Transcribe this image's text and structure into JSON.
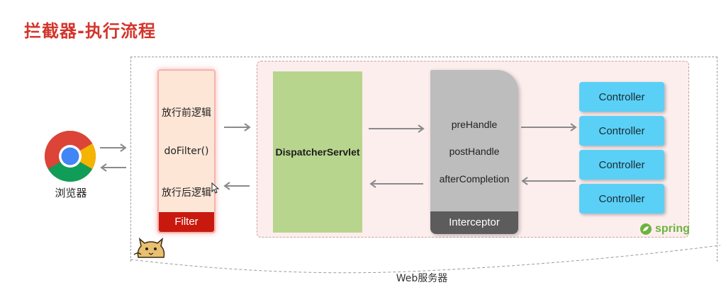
{
  "title": "拦截器-执行流程",
  "browser": {
    "label": "浏览器"
  },
  "filter": {
    "before": "放行前逻辑",
    "do_filter": "doFilter()",
    "after": "放行后逻辑",
    "label": "Filter"
  },
  "dispatcher": {
    "label": "DispatcherServlet"
  },
  "interceptor": {
    "methods": [
      "preHandle",
      "postHandle",
      "afterCompletion"
    ],
    "label": "Interceptor"
  },
  "controllers": [
    "Controller",
    "Controller",
    "Controller",
    "Controller"
  ],
  "spring": {
    "label": "spring"
  },
  "web_server": {
    "label": "Web服务器"
  },
  "colors": {
    "title": "#d2352c",
    "filter_label": "#c9190e",
    "dispatcher": "#b8d58d",
    "interceptor": "#bdbdbd",
    "interceptor_label": "#5c5c5c",
    "controller": "#5ad0f7",
    "spring_green": "#6db33f"
  },
  "icons": [
    "chrome-icon",
    "tomcat-icon",
    "spring-leaf-icon",
    "cursor-icon"
  ]
}
